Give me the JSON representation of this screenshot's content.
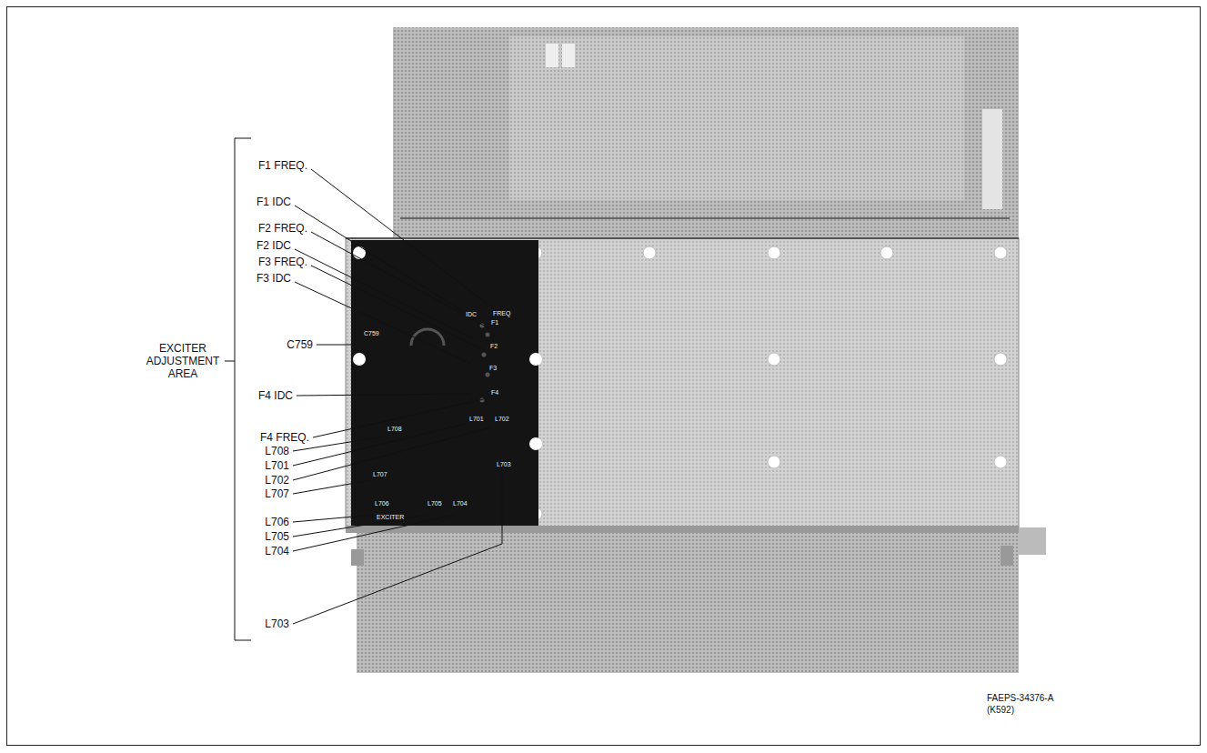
{
  "diagram": {
    "labels": [
      "F1 FREQ.",
      "F1 IDC",
      "F2 FREQ.",
      "F2 IDC",
      "F3 FREQ.",
      "F3 IDC",
      "C759",
      "EXCITER ADJUSTMENT AREA",
      "F4 IDC",
      "F4 FREQ.",
      "L708",
      "L701",
      "L702",
      "L707",
      "L706",
      "L705",
      "L704",
      "L703",
      "IDC",
      "FREQ",
      "F1",
      "F2",
      "F3",
      "C759",
      "F4",
      "L708",
      "L701",
      "L702",
      "L703",
      "L707",
      "L706",
      "L705",
      "L704",
      "EXCITER",
      "FAEPS-34376-A",
      "(K592)"
    ]
  }
}
